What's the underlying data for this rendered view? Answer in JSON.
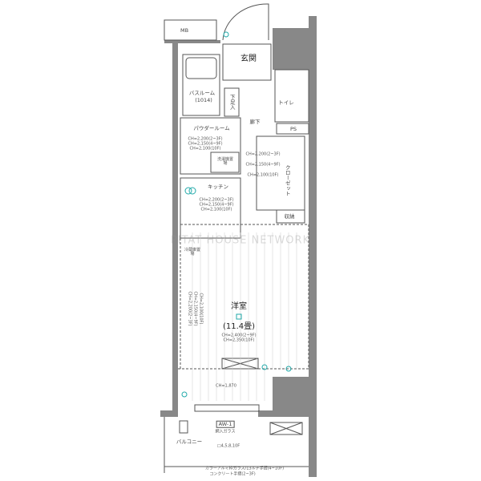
{
  "watermark": "PITAT HOUSE NETWORK",
  "rooms": {
    "mb": "MB",
    "entrance": "玄関",
    "shoe_storage": "下足入",
    "hallway": "廊下",
    "toilet": "トイレ",
    "ps": "PS",
    "bathroom": "バスルーム",
    "bathroom_size": "(1014)",
    "powder_room": "パウダールーム",
    "washer_space": "洗濯機置場",
    "kitchen": "キッチン",
    "closet": "クローゼット",
    "storage": "収納",
    "western_room": "洋室",
    "western_room_size": "(11.4畳)",
    "balcony": "バルコニー",
    "fridge": "冷蔵庫置場"
  },
  "ceiling_heights": {
    "powder": [
      "CH=2,200(2~3F)",
      "CH=2,150(4~9F)",
      "CH=2,100(10F)"
    ],
    "hall": [
      "CH=2,200(2~3F)",
      "CH=2,150(4~9F)",
      "CH=2,100(10F)"
    ],
    "kitchen": [
      "CH=2,200(2~3F)",
      "CH=2,150(4~9F)",
      "CH=2,100(10F)"
    ],
    "left_wall": [
      "CH=2,200(2~3F)",
      "CH=2,150(4~9F)",
      "CH=2,100(10F)"
    ],
    "western": [
      "CH=2,400(2~9F)",
      "CH=2,350(10F)"
    ],
    "window_area": "CH=1,870"
  },
  "window": {
    "code": "AW-1",
    "glass": "網入ガラス",
    "floors": "□4,5,8,10F"
  },
  "notes": [
    "カラーアルミ枠ガラス/13ルチ手摺(4~10F)",
    "コンクリート手摺(2~3F)"
  ]
}
